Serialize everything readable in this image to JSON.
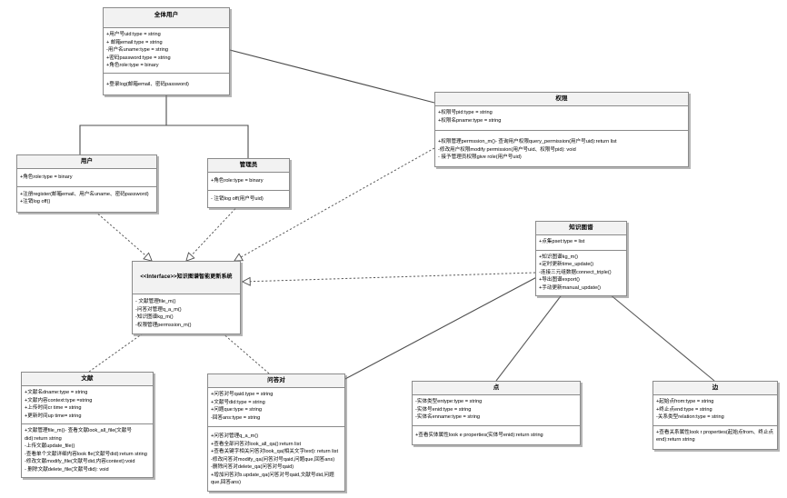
{
  "diagram": {
    "type": "uml-class-diagram",
    "title": "知识图谱智能更新系统 UML 类图",
    "background": "#ffffff",
    "box_fill": "#ffffff",
    "title_fill": "#f2f2f2",
    "border_color": "#8a8a8a"
  },
  "classes": {
    "alluser": {
      "name": "全体用户",
      "attributes": [
        "+用户号uid:type = string",
        "+ 邮箱email:type = string",
        "-用户名uname:type = string",
        "+密码password:type = string",
        "+角色role:type = binary"
      ],
      "methods": [
        "+登录log(邮箱email、密码password)"
      ]
    },
    "user": {
      "name": "用户",
      "attributes": [
        "+角色role:type = binary"
      ],
      "methods": [
        "+注册register(邮箱email、用户名uname、密码password)",
        "+注销log off()"
      ]
    },
    "admin": {
      "name": "管理员",
      "attributes": [
        "+角色role:type = binary"
      ],
      "methods": [
        "- 注销log off(用户号uid)"
      ]
    },
    "permission": {
      "name": "权限",
      "attributes": [
        "+权限号pid:type = string",
        "+权限名pname:type = string"
      ],
      "methods": [
        "+权限管理permssion_m()- 查询用户权限query_permission(用户号uid):return list",
        "-修改用户权限modify permission(用户号uid、权限号pid): void",
        "- 接予管理员权限give role(用户号uid)"
      ]
    },
    "interface": {
      "name": "<<Interface>>知识图谱智能更新系统",
      "attributes": [],
      "methods": [
        "- 文献管理file_m()",
        "-问答对管理q_a_m()",
        "-知识图谱kg_m()",
        "-权限管理permssion_m()"
      ]
    },
    "kg": {
      "name": "知识图谱",
      "attributes": [
        "+点集pset:type = list"
      ],
      "methods": [
        "+知识图谱kg_m()",
        "+定时更新time_update()",
        "-连接三元组数据connect_triple()",
        "+导出图谱export()",
        "+手动更新manual_update()"
      ]
    },
    "doc": {
      "name": "文献",
      "attributes": [
        "+文献名dname:type = string",
        "+文献内容context:type =string",
        "+上传时间cr time = string",
        "+更新时间up time= string"
      ],
      "methods": [
        "+文献管理file_m()- 查看文献look_all_file(文献号did):return string",
        "-上传文献update_file()",
        "-查看单个文献详细内容look fle(文献号did):return string",
        "-修改文献modify_file(文献号did,内容context):void",
        "- 删除文献delete_file(文献号did): void"
      ]
    },
    "qa": {
      "name": "问答对",
      "attributes": [
        "+问答对号qaid.type = string",
        "+文献号did:type = string",
        "+问题que:type = string",
        "-回答ans:type = string"
      ],
      "methods": [
        "+问答对管理q_a_m()",
        "+查看全部问答对look_all_qa():return list",
        "+查看关键字相关问答对look_qa(相关文字text): return list",
        "-修改问答对modify_qa(问答对号qaid,问题que,回答ans)",
        "-删除问答对delete_qa(问答对号qaid)",
        "+增加问答对b.update_qa(问答对号qaid,文献号did,问题que,回答ans)"
      ]
    },
    "node": {
      "name": "点",
      "attributes": [
        "-实体类型entype:type = string",
        "-实体号enid:type = string",
        "-实体名enname:type = string"
      ],
      "methods": [
        "+查看实体属性look e properties(实体号enid):return string"
      ]
    },
    "edge": {
      "name": "边",
      "attributes": [
        "+起始点from:type = string",
        "+终止点end:type = string",
        "-关系类型relation:type = string"
      ],
      "methods": [
        "+查看关系属性look r properties(起始点from、终止点end):return string"
      ]
    }
  },
  "relations": [
    {
      "from": "user",
      "to": "alluser",
      "kind": "generalization",
      "style": "solid",
      "arrow": "hollow-triangle"
    },
    {
      "from": "admin",
      "to": "alluser",
      "kind": "generalization",
      "style": "solid",
      "arrow": "hollow-triangle"
    },
    {
      "from": "alluser",
      "to": "permission",
      "kind": "association",
      "style": "solid",
      "arrow": "none"
    },
    {
      "from": "user",
      "to": "interface",
      "kind": "realization",
      "style": "dashed",
      "arrow": "hollow-triangle"
    },
    {
      "from": "admin",
      "to": "interface",
      "kind": "realization",
      "style": "dashed",
      "arrow": "hollow-triangle"
    },
    {
      "from": "permission",
      "to": "interface",
      "kind": "realization",
      "style": "dashed",
      "arrow": "hollow-triangle"
    },
    {
      "from": "kg",
      "to": "interface",
      "kind": "realization",
      "style": "dashed",
      "arrow": "hollow-triangle"
    },
    {
      "from": "doc",
      "to": "interface",
      "kind": "realization",
      "style": "dashed",
      "arrow": "hollow-triangle"
    },
    {
      "from": "qa",
      "to": "interface",
      "kind": "realization",
      "style": "dashed",
      "arrow": "hollow-triangle"
    },
    {
      "from": "qa",
      "to": "kg",
      "kind": "association",
      "style": "solid",
      "arrow": "none"
    },
    {
      "from": "node",
      "to": "kg",
      "kind": "aggregation",
      "style": "solid",
      "arrow": "hollow-diamond"
    },
    {
      "from": "edge",
      "to": "kg",
      "kind": "aggregation",
      "style": "solid",
      "arrow": "hollow-diamond"
    }
  ]
}
